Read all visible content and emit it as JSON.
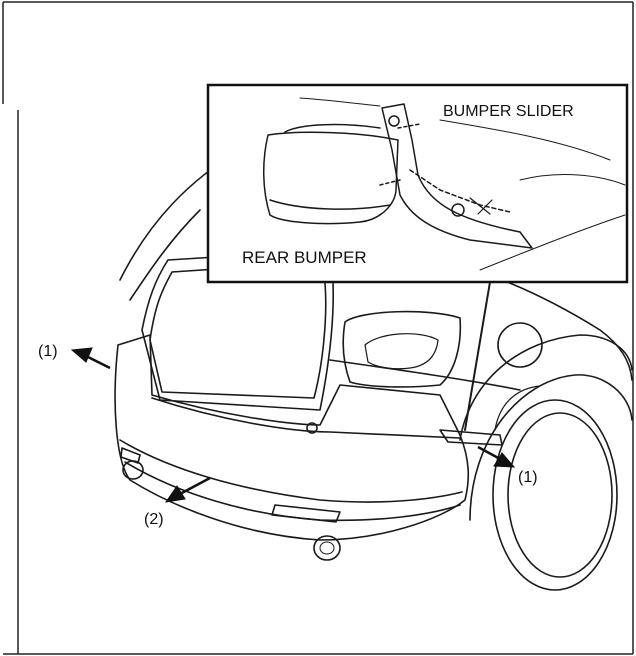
{
  "diagram": {
    "inset": {
      "label_slider": "BUMPER SLIDER",
      "label_bumper": "REAR BUMPER"
    },
    "callouts": {
      "left_clip": "(1)",
      "right_clip": "(1)",
      "pull_direction": "(2)"
    }
  }
}
